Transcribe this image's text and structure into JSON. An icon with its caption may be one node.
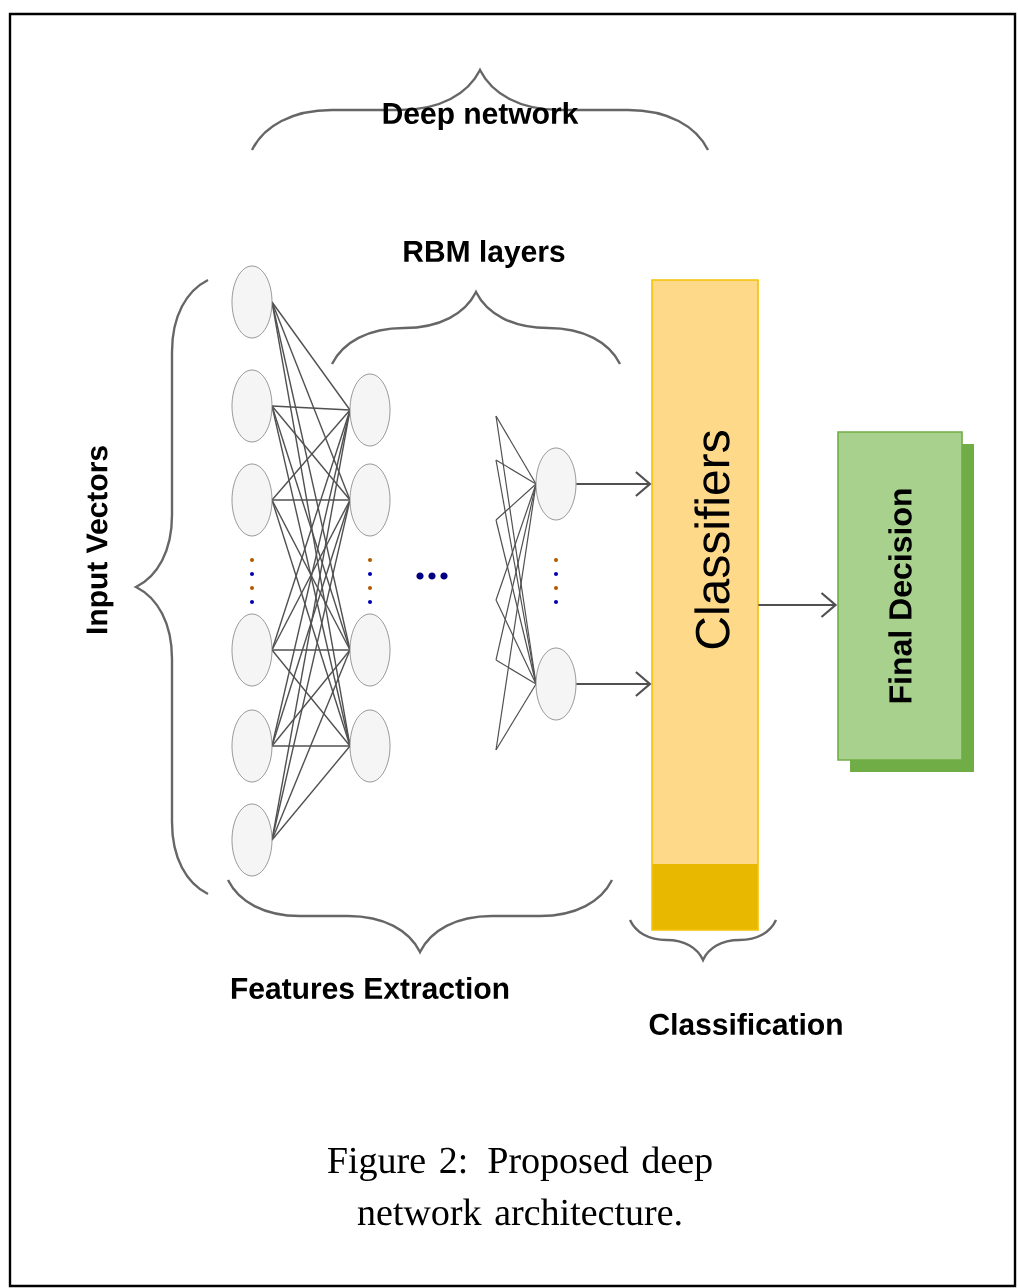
{
  "diagram": {
    "caption": "Figure 2: Proposed deep network architecture.",
    "nodes": [
      {
        "text": [],
        "shape": "circle"
      },
      {
        "text": [],
        "shape": "circle"
      },
      {
        "text": [
          "Classifiers"
        ]
      },
      {
        "text": [
          "Final Decision"
        ]
      }
    ],
    "edges": [
      {
        "from": 0,
        "to": 2,
        "arrow": "to"
      },
      {
        "from": 1,
        "to": 2,
        "arrow": "to"
      },
      {
        "from": 2,
        "to": 3,
        "arrow": "to"
      }
    ],
    "labels": [
      "Deep network",
      "RBM layers",
      "Input Vectors",
      "Features Extraction",
      "Classification"
    ]
  }
}
